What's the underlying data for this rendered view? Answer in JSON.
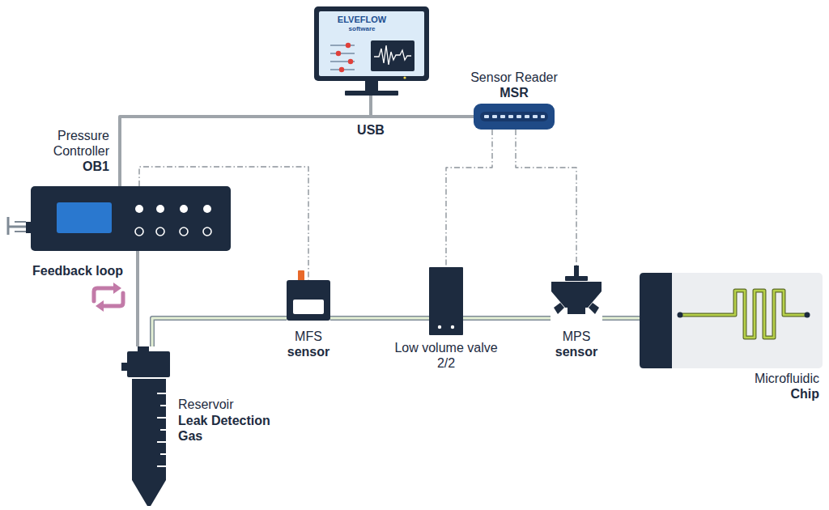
{
  "diagram": {
    "nodes": [
      {
        "text": [
          "ELVEFLOW",
          "software"
        ]
      },
      {
        "text": [
          "Sensor Reader",
          "MSR"
        ]
      },
      {
        "text": [
          "Pressure Controller",
          "OB1"
        ]
      },
      {
        "text": [
          "Reservoir",
          "Leak Detection Gas"
        ]
      },
      {
        "text": [
          "MFS",
          "sensor"
        ]
      },
      {
        "text": [
          "Low volume valve 2/2"
        ]
      },
      {
        "text": [
          "MPS",
          "sensor"
        ]
      },
      {
        "text": [
          "Microfluidic",
          "Chip"
        ]
      }
    ],
    "edges": [
      {
        "from": 2,
        "to": 0,
        "arrow": "none"
      },
      {
        "from": 0,
        "to": 1,
        "label": "USB",
        "arrow": "none"
      },
      {
        "from": 2,
        "to": 4,
        "arrow": "none"
      },
      {
        "from": 1,
        "to": 5,
        "arrow": "none"
      },
      {
        "from": 1,
        "to": 6,
        "arrow": "none"
      },
      {
        "from": 2,
        "to": 3,
        "arrow": "none"
      },
      {
        "from": 3,
        "to": 4,
        "arrow": "none"
      },
      {
        "from": 4,
        "to": 5,
        "arrow": "none"
      },
      {
        "from": 5,
        "to": 6,
        "arrow": "none"
      },
      {
        "from": 6,
        "to": 7,
        "arrow": "none"
      }
    ],
    "labels": [
      "Feedback loop"
    ]
  }
}
